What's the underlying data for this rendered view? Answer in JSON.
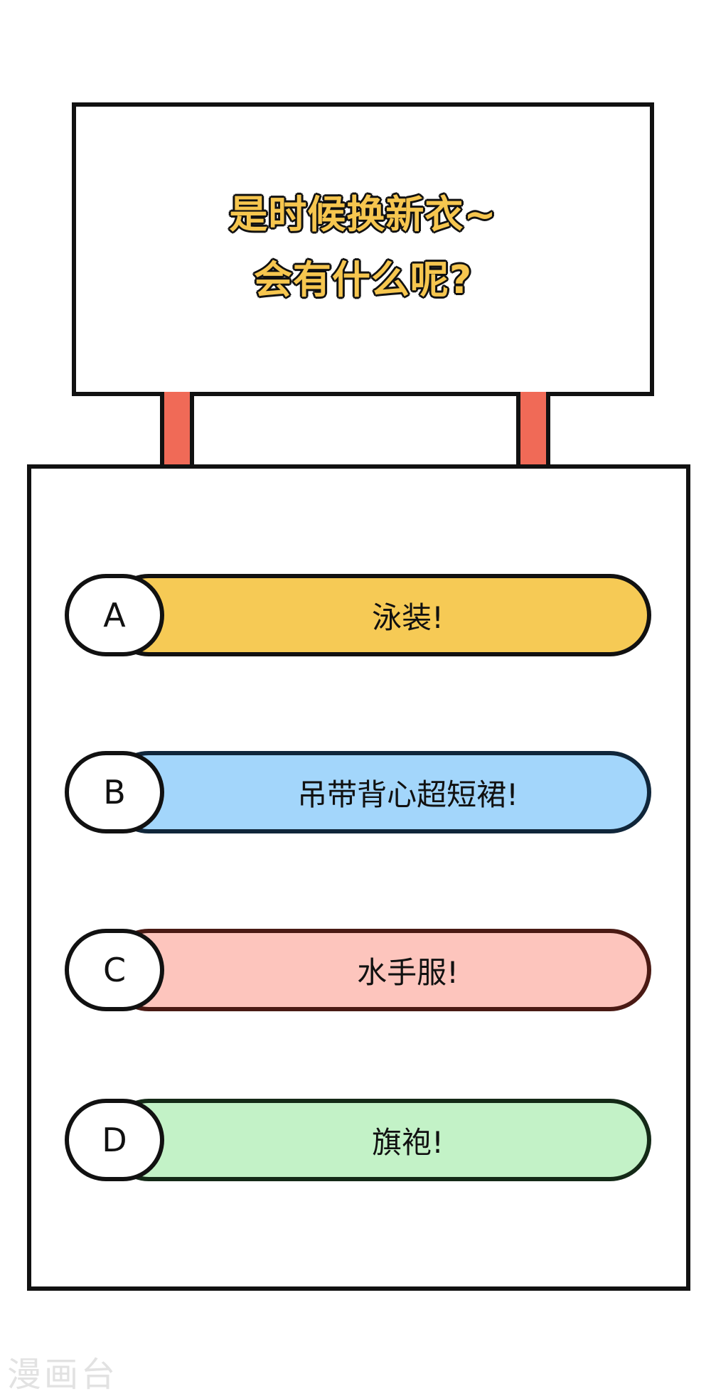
{
  "sign": {
    "title_line1": "是时候换新衣~",
    "title_line2": "会有什么呢?"
  },
  "options": [
    {
      "letter": "A",
      "text": "泳装!"
    },
    {
      "letter": "B",
      "text": "吊带背心超短裙!"
    },
    {
      "letter": "C",
      "text": "水手服!"
    },
    {
      "letter": "D",
      "text": "旗袍!"
    }
  ],
  "colors": {
    "title": "#f6c64f",
    "post": "#f06a57",
    "option_a": "#f6ca55",
    "option_b": "#a3d6fb",
    "option_c": "#fdc5bd",
    "option_d": "#c3f2c7",
    "outline": "#111111"
  },
  "watermark": "漫画台"
}
